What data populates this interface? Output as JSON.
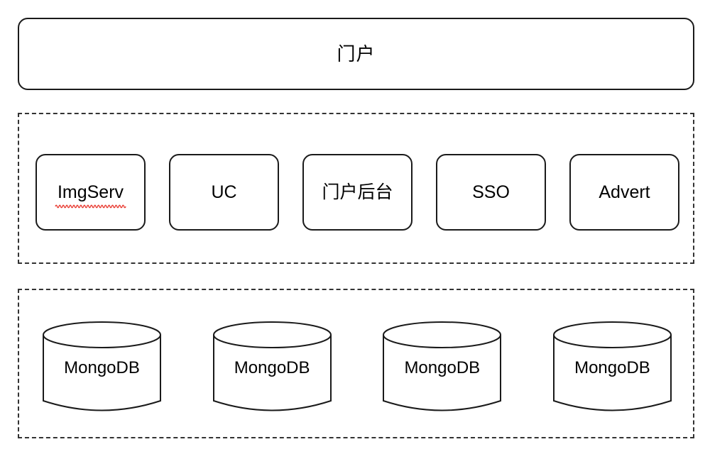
{
  "diagram": {
    "title": "门户",
    "tiers": {
      "portal": {
        "label": "门户"
      },
      "services": {
        "items": [
          {
            "label": "ImgServ",
            "misspelled": true
          },
          {
            "label": "UC",
            "misspelled": false
          },
          {
            "label": "门户后台",
            "misspelled": false
          },
          {
            "label": "SSO",
            "misspelled": false
          },
          {
            "label": "Advert",
            "misspelled": false
          }
        ]
      },
      "databases": {
        "items": [
          {
            "label": "MongoDB"
          },
          {
            "label": "MongoDB"
          },
          {
            "label": "MongoDB"
          },
          {
            "label": "MongoDB"
          }
        ]
      }
    },
    "colors": {
      "shape_stroke": "#1a1a1a",
      "group_stroke": "#333333",
      "background": "#ffffff",
      "text": "#000000",
      "spellcheck_underline": "#e8352b"
    }
  }
}
